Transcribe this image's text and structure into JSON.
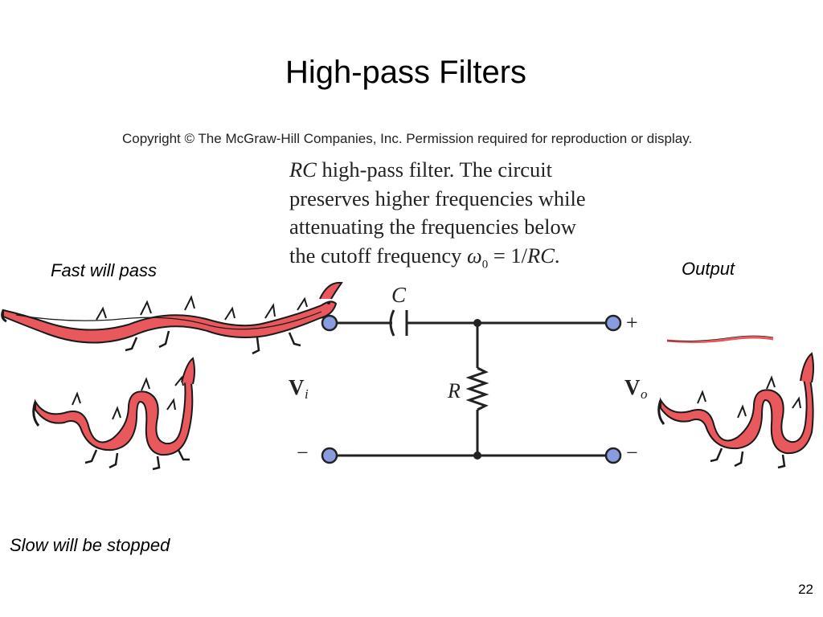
{
  "slide": {
    "title": "High-pass Filters",
    "copyright": "Copyright © The McGraw-Hill Companies, Inc. Permission required for reproduction or display.",
    "caption": {
      "rc": "RC",
      "line1_rest": " high-pass filter. The circuit",
      "line2": "preserves higher frequencies while",
      "line3": "attenuating the frequencies below",
      "line4_prefix": "the cutoff frequency ",
      "omega": "ω",
      "omega_sub": "0",
      "line4_eq": " = 1/",
      "line4_rc": "RC",
      "line4_end": "."
    },
    "labels": {
      "fast": "Fast will pass",
      "slow": "Slow will be stopped",
      "output": "Output"
    },
    "page_number": "22"
  },
  "circuit": {
    "capacitor": "C",
    "resistor": "R",
    "vin": "V",
    "vin_sub": "i",
    "vout": "V",
    "vout_sub": "o",
    "plus": "+",
    "minus_left": "−",
    "minus_right": "−"
  },
  "colors": {
    "dragon_body": "#e8585c",
    "dragon_dark": "#1a1a1a",
    "terminal": "#8a9ce0"
  }
}
